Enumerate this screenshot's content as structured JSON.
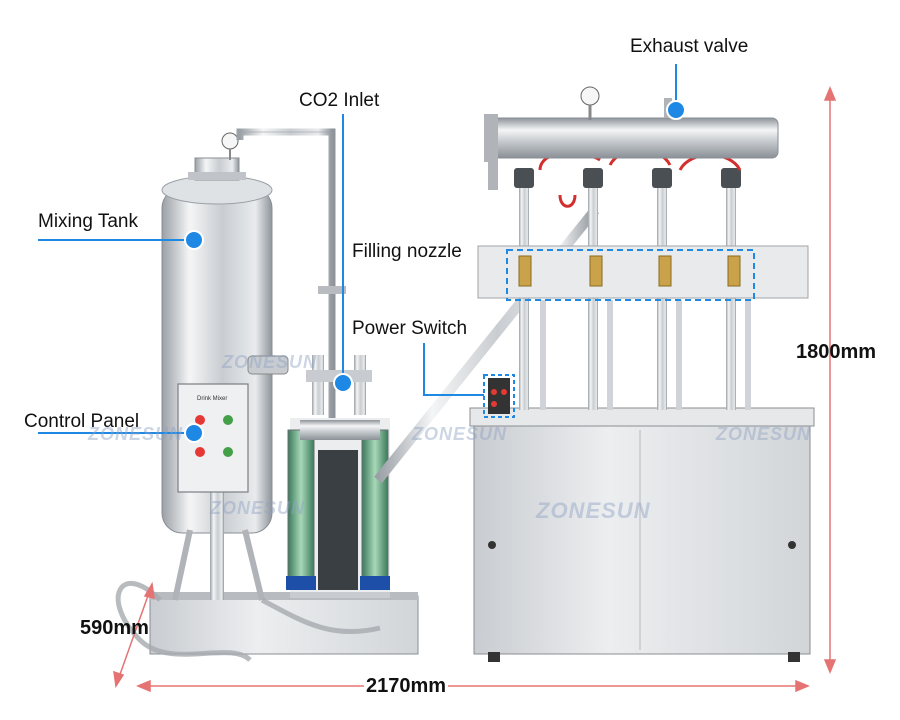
{
  "labels": {
    "exhaust_valve": "Exhaust valve",
    "co2_inlet": "CO2 Inlet",
    "mixing_tank": "Mixing Tank",
    "filling_nozzle": "Filling nozzle",
    "power_switch": "Power Switch",
    "control_panel": "Control Panel"
  },
  "dimensions": {
    "height": "1800mm",
    "depth": "590mm",
    "width": "2170mm"
  },
  "watermark": "ZONESUN",
  "panel_title": "Drink Mixer",
  "colors": {
    "accent_blue": "#1e88e5",
    "arrow_red": "#e57373",
    "steel": "#cfd3d6"
  }
}
